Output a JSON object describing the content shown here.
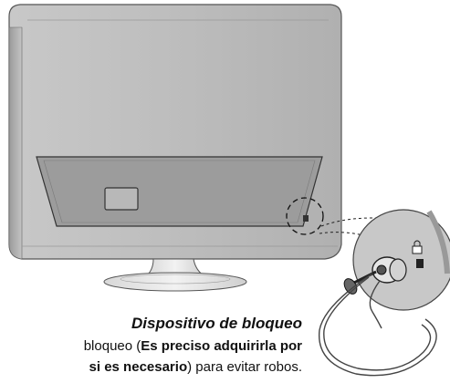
{
  "caption": {
    "title": "Dispositivo de bloqueo",
    "line1_start": "bloqueo (",
    "line1_bold": "Es preciso adquirirla por",
    "line2_bold": "si es necesario",
    "line2_end": ") para evitar robos."
  },
  "icons": {
    "lock_slot": "padlock-icon",
    "key": "key-icon"
  }
}
